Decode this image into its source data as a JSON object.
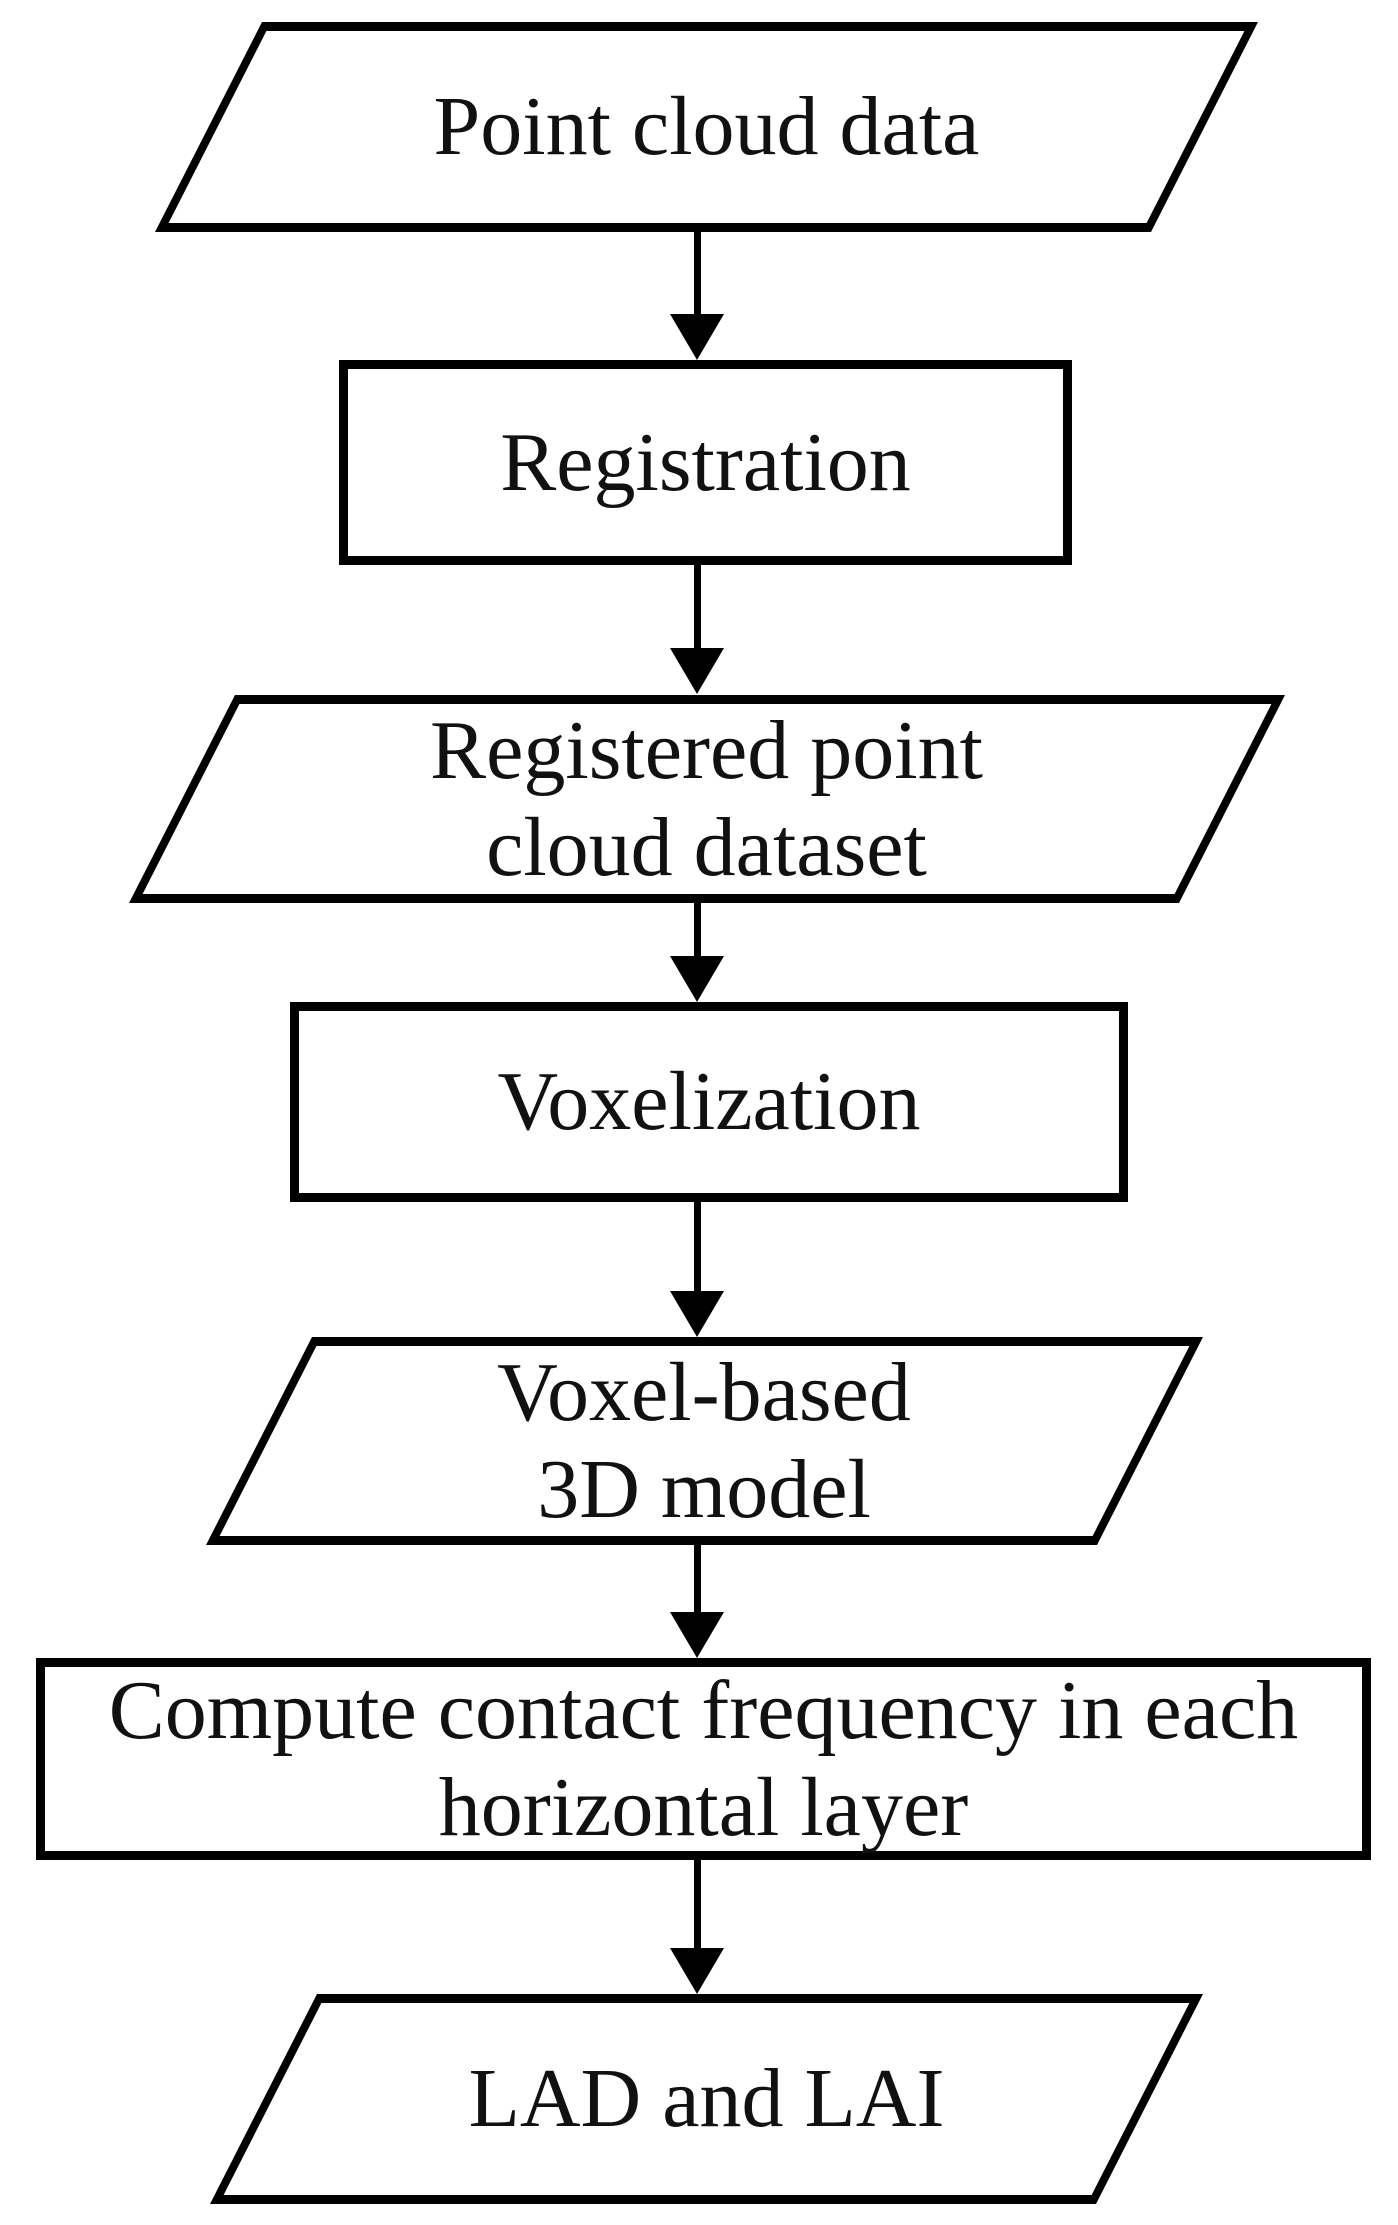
{
  "diagram": {
    "type": "flowchart",
    "direction": "top-down",
    "nodes": [
      {
        "id": "point-cloud-data",
        "shape": "parallelogram",
        "role": "data",
        "label": "Point cloud data"
      },
      {
        "id": "registration",
        "shape": "rectangle",
        "role": "process",
        "label": "Registration"
      },
      {
        "id": "registered-point-cloud-dataset",
        "shape": "parallelogram",
        "role": "data",
        "label": "Registered point\ncloud dataset"
      },
      {
        "id": "voxelization",
        "shape": "rectangle",
        "role": "process",
        "label": "Voxelization"
      },
      {
        "id": "voxel-based-3d-model",
        "shape": "parallelogram",
        "role": "data",
        "label": "Voxel-based\n3D model"
      },
      {
        "id": "compute-contact-frequency",
        "shape": "rectangle",
        "role": "process",
        "label": "Compute contact frequency in each\nhorizontal layer"
      },
      {
        "id": "lad-and-lai",
        "shape": "parallelogram",
        "role": "data",
        "label": "LAD and LAI"
      }
    ],
    "edges": [
      {
        "from": "point-cloud-data",
        "to": "registration",
        "style": "arrow-down"
      },
      {
        "from": "registration",
        "to": "registered-point-cloud-dataset",
        "style": "arrow-down"
      },
      {
        "from": "registered-point-cloud-dataset",
        "to": "voxelization",
        "style": "arrow-down"
      },
      {
        "from": "voxelization",
        "to": "voxel-based-3d-model",
        "style": "arrow-down"
      },
      {
        "from": "voxel-based-3d-model",
        "to": "compute-contact-frequency",
        "style": "arrow-down"
      },
      {
        "from": "compute-contact-frequency",
        "to": "lad-and-lai",
        "style": "arrow-down"
      }
    ],
    "colors": {
      "stroke": "#000000",
      "fill": "#ffffff",
      "text": "#111111",
      "background": "#ffffff"
    }
  }
}
